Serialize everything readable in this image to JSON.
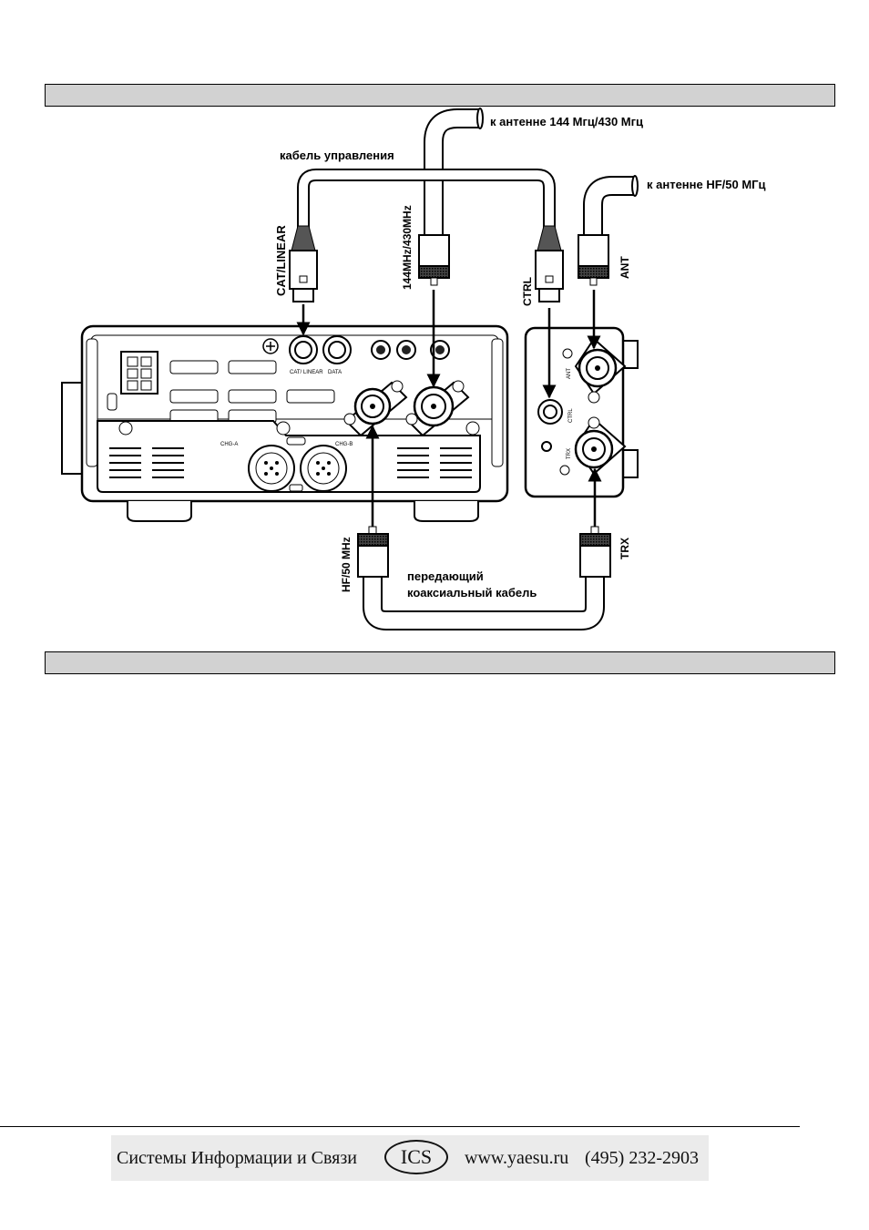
{
  "labels": {
    "antenna_144_430": "к антенне 144 Мгц/430 Мгц",
    "antenna_hf_50": "к антенне HF/50 МГц",
    "control_cable": "кабель управления",
    "cat_linear": "CAT/LINEAR",
    "mhz_144_430": "144MHz/430MHz",
    "ctrl": "CTRL",
    "ant": "ANT",
    "hf_50": "HF/50 MHz",
    "trx": "TRX",
    "tx_coax_line1": "передающий",
    "tx_coax_line2": "коаксиальный кабель"
  },
  "panel_labels": {
    "chg_a": "CHG-A",
    "chg_b": "CHG-B",
    "cat_linear_small": "CAT/ LINEAR",
    "data": "DATA",
    "ctrl_small": "CTRL",
    "ant_small": "ANT",
    "trx_small": "TRX"
  },
  "footer": {
    "company": "Системы Информации и Связи",
    "logo": "ICS",
    "website": "www.yaesu.ru",
    "phone": "(495) 232-2903"
  }
}
